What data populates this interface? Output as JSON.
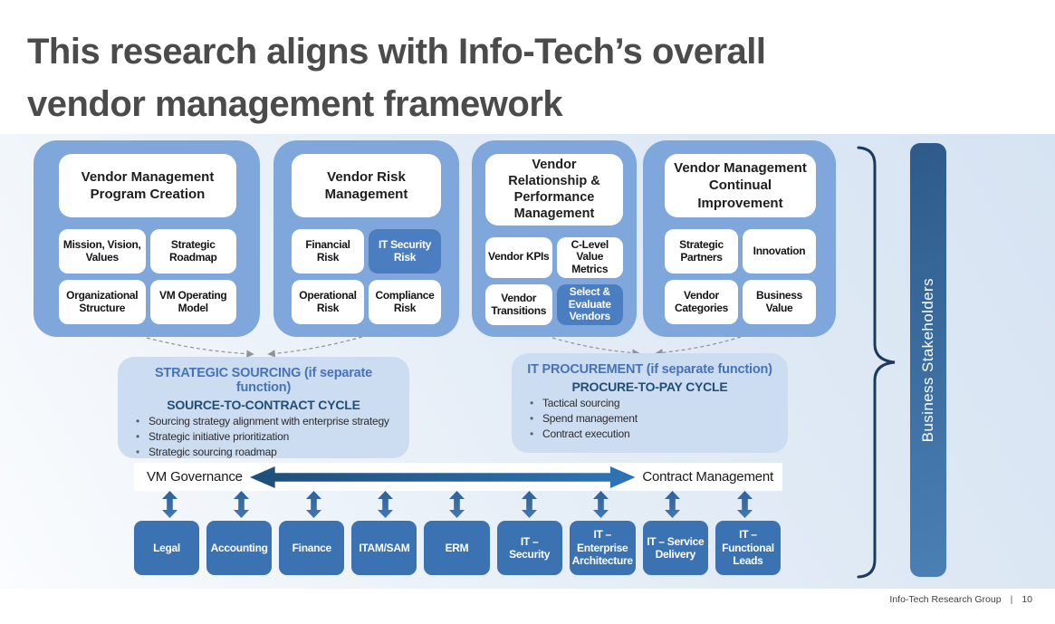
{
  "title": {
    "line1": "This research aligns with Info-Tech’s overall",
    "line2": "vendor management framework"
  },
  "pillars": [
    {
      "title": "Vendor Management Program Creation",
      "cells": [
        {
          "label": "Mission, Vision, Values",
          "highlighted": false
        },
        {
          "label": "Strategic Roadmap",
          "highlighted": false
        },
        {
          "label": "Organizational Structure",
          "highlighted": false
        },
        {
          "label": "VM Operating Model",
          "highlighted": false
        }
      ]
    },
    {
      "title": "Vendor Risk Management",
      "cells": [
        {
          "label": "Financial Risk",
          "highlighted": false
        },
        {
          "label": "IT Security Risk",
          "highlighted": true
        },
        {
          "label": "Operational Risk",
          "highlighted": false
        },
        {
          "label": "Compliance Risk",
          "highlighted": false
        }
      ]
    },
    {
      "title": "Vendor Relationship & Performance Management",
      "cells": [
        {
          "label": "Vendor KPIs",
          "highlighted": false
        },
        {
          "label": "C-Level Value Metrics",
          "highlighted": false
        },
        {
          "label": "Vendor Transitions",
          "highlighted": false
        },
        {
          "label": "Select & Evaluate Vendors",
          "highlighted": true
        }
      ]
    },
    {
      "title": "Vendor Management Continual Improvement",
      "cells": [
        {
          "label": "Strategic Partners",
          "highlighted": false
        },
        {
          "label": "Innovation",
          "highlighted": false
        },
        {
          "label": "Vendor Categories",
          "highlighted": false
        },
        {
          "label": "Business Value",
          "highlighted": false
        }
      ]
    }
  ],
  "panels": [
    {
      "heading": "STRATEGIC SOURCING (if separate function)",
      "cycle": "SOURCE-TO-CONTRACT CYCLE",
      "bullets": [
        "Sourcing strategy alignment with enterprise strategy",
        "Strategic initiative prioritization",
        "Strategic sourcing roadmap"
      ]
    },
    {
      "heading": "IT PROCUREMENT (if separate function)",
      "cycle": "PROCURE-TO-PAY CYCLE",
      "bullets": [
        "Tactical sourcing",
        "Spend management",
        "Contract execution"
      ]
    }
  ],
  "governance_band": {
    "left_label": "VM Governance",
    "right_label": "Contract Management"
  },
  "bottom_row": [
    "Legal",
    "Accounting",
    "Finance",
    "ITAM/SAM",
    "ERM",
    "IT – Security",
    "IT – Enterprise Architecture",
    "IT – Service Delivery",
    "IT – Functional Leads"
  ],
  "stakeholder_bar": {
    "label": "Business Stakeholders"
  },
  "footer": {
    "text": "Info-Tech Research Group",
    "separator": "|",
    "page_number": "10"
  },
  "colors": {
    "title_color": "#4b4b4b",
    "canvas_edge": "#d6e3f2",
    "pillar_fill": "#7fa7dc",
    "highlight_fill": "#4a7ec0",
    "cell_text": "#141414",
    "panel_fill": "#cdddf1",
    "panel_heading": "#4673b8",
    "cycle_heading": "#1f4e79",
    "arrow_dark": "#1f4e79",
    "arrow_light": "#2e75b6",
    "connector_dark": "#2e6096",
    "connector_light": "#4079b6",
    "dept_fill": "#3b72b1",
    "bar_dark": "#2d5a8a",
    "bar_light": "#4b80b5",
    "brace_color": "#1d3a5c",
    "flow_arrow_color": "#8f9398"
  }
}
